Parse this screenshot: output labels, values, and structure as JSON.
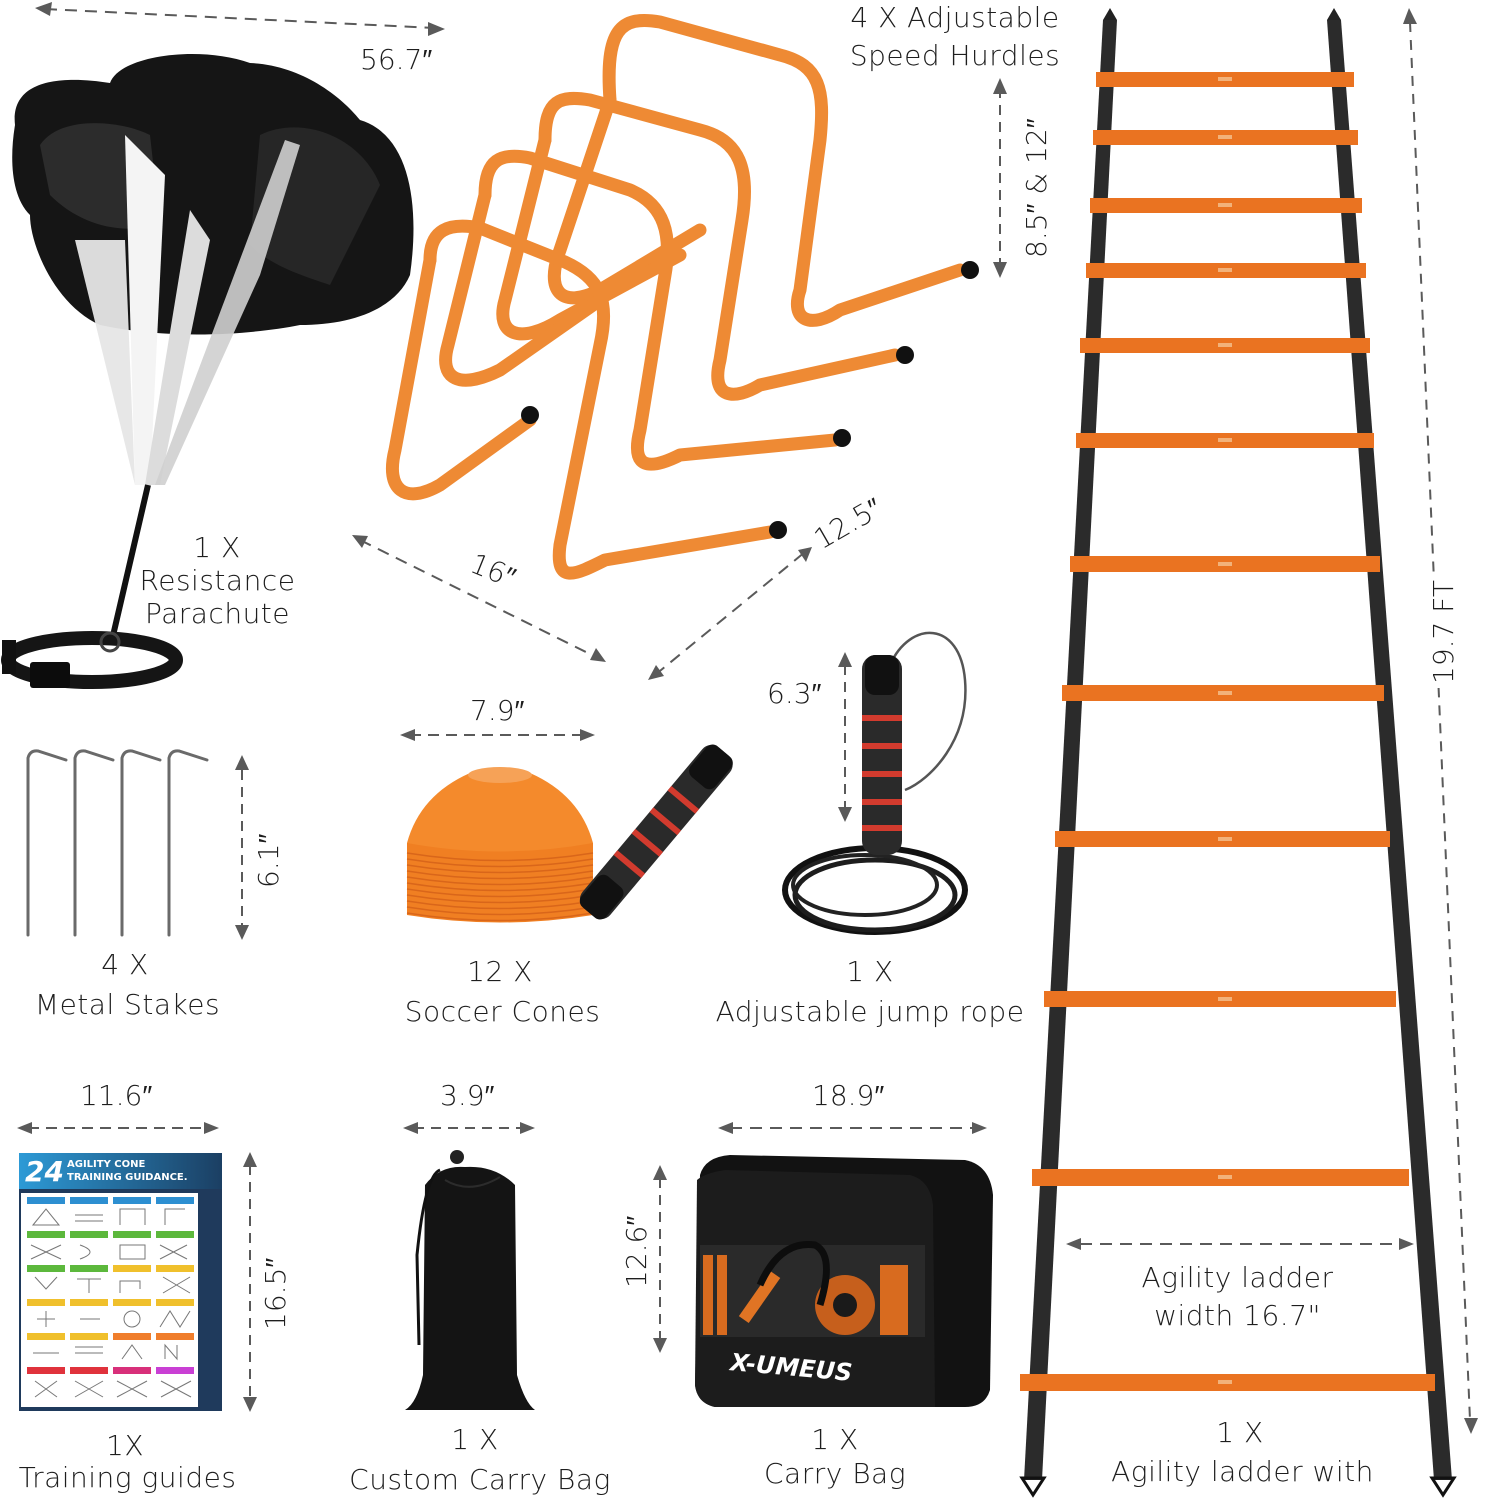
{
  "theme": {
    "orange": "#e8761f",
    "orange_light": "#f08a2e",
    "strap": "#2b2b2b",
    "black": "#121212",
    "arrow": "#5a5a5a",
    "foam_red": "#d23b2e"
  },
  "items": {
    "parachute": {
      "qty": "1 X",
      "name_line1": "Resistance",
      "name_line2": "Parachute",
      "width_dim": "56.7″"
    },
    "hurdles": {
      "title_line1": "4 X Adjustable",
      "title_line2": "Speed Hurdles",
      "height_dim": "8.5″ & 12″",
      "length_dim": "16″",
      "depth_dim": "12.5″"
    },
    "stakes": {
      "qty": "4 X",
      "name": "Metal Stakes",
      "height_dim": "6.1″"
    },
    "cones": {
      "qty": "12 X",
      "name": "Soccer Cones",
      "width_dim": "7.9″"
    },
    "jump_rope": {
      "qty": "1 X",
      "name": "Adjustable jump rope",
      "handle_dim": "6.3″"
    },
    "training_guide": {
      "qty": "1X",
      "name": "Training guides",
      "width_dim": "11.6″",
      "height_dim": "16.5″",
      "poster_badge": "24",
      "poster_title_line1": "AGILITY CONE",
      "poster_title_line2": "TRAINING GUIDANCE."
    },
    "drawstring_bag": {
      "qty": "1 X",
      "name": "Custom Carry Bag",
      "width_dim": "3.9″"
    },
    "carry_bag": {
      "qty": "1 X",
      "name": "Carry Bag",
      "width_dim": "18.9″",
      "height_dim": "12.6″",
      "brand": "X-UMEUS"
    },
    "ladder": {
      "qty": "1 X",
      "name": "Agility ladder with",
      "length_dim": "19.7 FT",
      "width_line1": "Agility ladder",
      "width_line2": "width 16.7\"",
      "rung_count": 12
    }
  }
}
